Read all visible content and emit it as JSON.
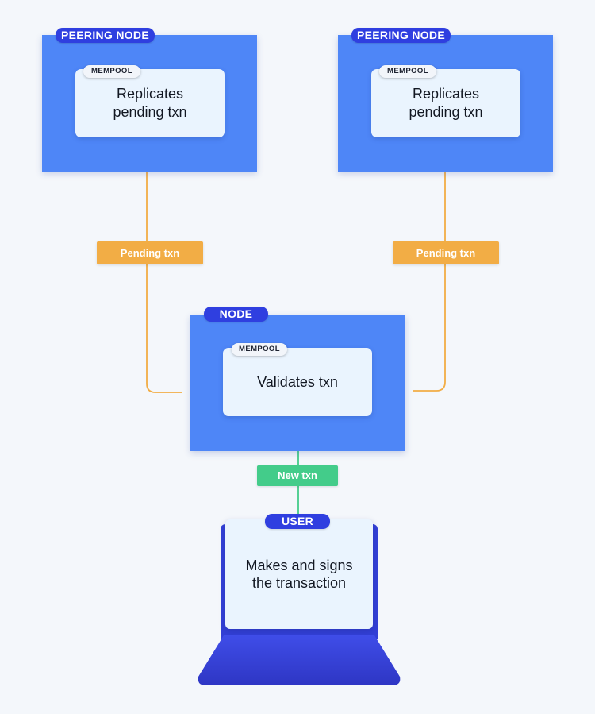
{
  "diagram": {
    "peer_left": {
      "badge": "PEERING NODE",
      "mempool_label": "MEMPOOL",
      "text_line1": "Replicates",
      "text_line2": "pending txn"
    },
    "peer_right": {
      "badge": "PEERING NODE",
      "mempool_label": "MEMPOOL",
      "text_line1": "Replicates",
      "text_line2": "pending txn"
    },
    "node": {
      "badge": "NODE",
      "mempool_label": "MEMPOOL",
      "text": "Validates txn"
    },
    "user": {
      "badge": "USER",
      "text_line1": "Makes and signs",
      "text_line2": "the transaction"
    },
    "edges": {
      "left_label": "Pending txn",
      "right_label": "Pending txn",
      "user_label": "New txn"
    },
    "colors": {
      "background": "#f4f7fb",
      "node_box": "#4e86f7",
      "badge": "#2f3fe0",
      "card": "#eaf4fe",
      "pending_edge": "#f2ad45",
      "new_edge": "#43cc8a",
      "laptop": "#3340d6"
    }
  }
}
